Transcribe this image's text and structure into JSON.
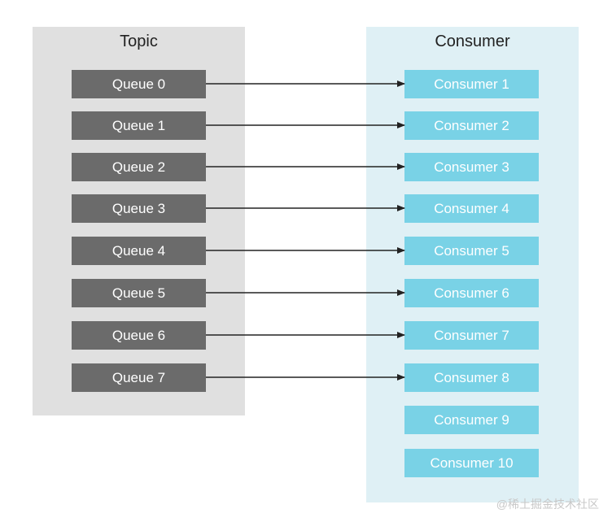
{
  "topic": {
    "title": "Topic",
    "queues": [
      "Queue 0",
      "Queue 1",
      "Queue 2",
      "Queue 3",
      "Queue 4",
      "Queue 5",
      "Queue 6",
      "Queue 7"
    ]
  },
  "consumer": {
    "title": "Consumer",
    "consumers": [
      "Consumer 1",
      "Consumer 2",
      "Consumer 3",
      "Consumer 4",
      "Consumer 5",
      "Consumer 6",
      "Consumer 7",
      "Consumer 8",
      "Consumer 9",
      "Consumer 10"
    ]
  },
  "connections": [
    [
      0,
      0
    ],
    [
      1,
      1
    ],
    [
      2,
      2
    ],
    [
      3,
      3
    ],
    [
      4,
      4
    ],
    [
      5,
      5
    ],
    [
      6,
      6
    ],
    [
      7,
      7
    ]
  ],
  "watermark": "@稀土掘金技术社区",
  "colors": {
    "topic_panel": "#e0e0e0",
    "consumer_panel": "#dff0f5",
    "queue_box": "#6b6b6b",
    "consumer_box": "#79d2e6",
    "arrow": "#222222"
  }
}
